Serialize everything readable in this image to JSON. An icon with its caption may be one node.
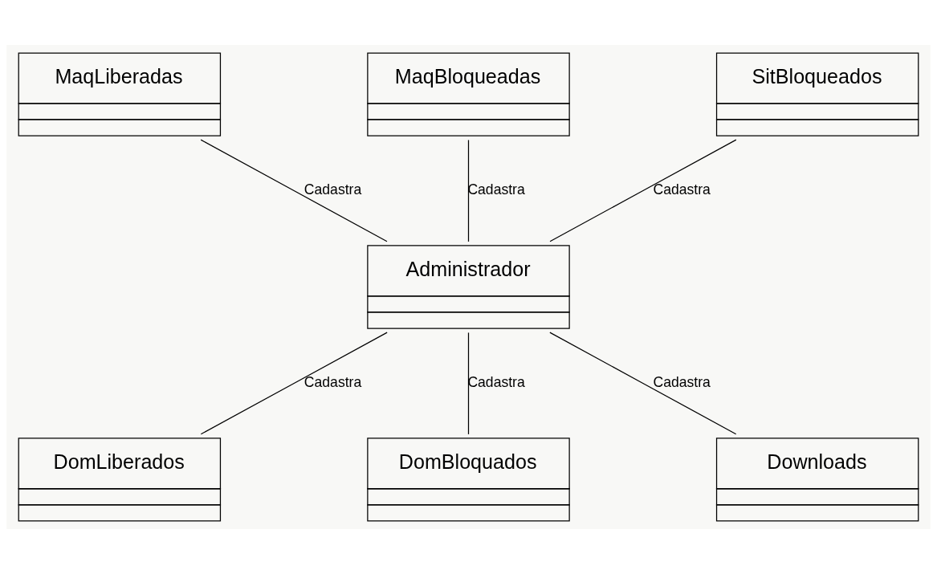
{
  "diagram": {
    "nodes": [
      {
        "text": [
          "MaqLiberadas"
        ]
      },
      {
        "text": [
          "MaqBloqueadas"
        ]
      },
      {
        "text": [
          "SitBloqueados"
        ]
      },
      {
        "text": [
          "Administrador"
        ]
      },
      {
        "text": [
          "DomLiberados"
        ]
      },
      {
        "text": [
          "DomBloquados"
        ]
      },
      {
        "text": [
          "Downloads"
        ]
      }
    ],
    "edges": [
      {
        "from": 3,
        "to": 0,
        "arrow": "none",
        "label": "Cadastra"
      },
      {
        "from": 3,
        "to": 1,
        "arrow": "none",
        "label": "Cadastra"
      },
      {
        "from": 3,
        "to": 2,
        "arrow": "none",
        "label": "Cadastra"
      },
      {
        "from": 3,
        "to": 4,
        "arrow": "none",
        "label": "Cadastra"
      },
      {
        "from": 3,
        "to": 5,
        "arrow": "none",
        "label": "Cadastra"
      },
      {
        "from": 3,
        "to": 6,
        "arrow": "none",
        "label": "Cadastra"
      }
    ]
  }
}
